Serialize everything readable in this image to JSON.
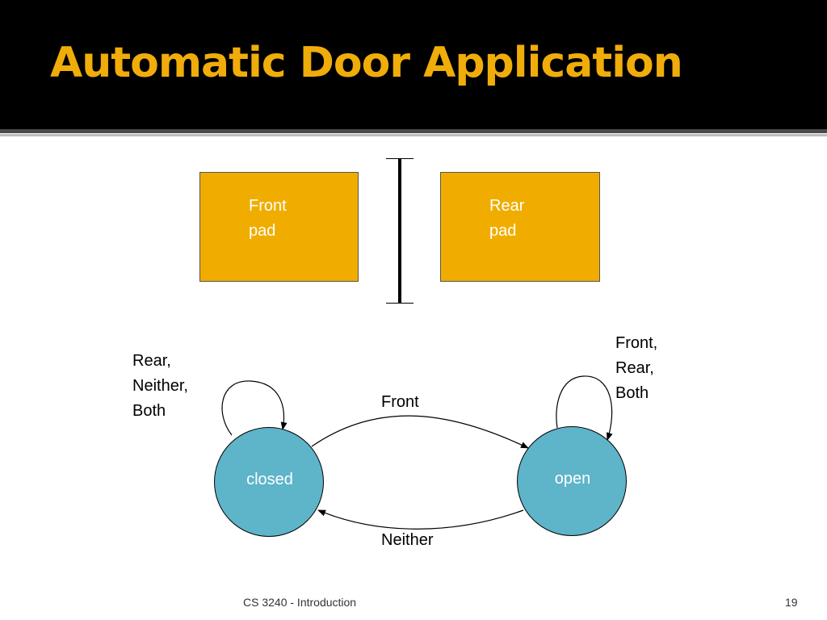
{
  "slide": {
    "title": "Automatic Door Application",
    "footer_text": "CS 3240 - Introduction",
    "page_number": "19"
  },
  "pads": {
    "front": "Front\npad",
    "rear": "Rear\npad"
  },
  "states": {
    "closed": "closed",
    "open": "open"
  },
  "transitions": {
    "closed_self_loop": "Rear,\nNeither,\nBoth",
    "open_self_loop": "Front,\nRear,\nBoth",
    "closed_to_open": "Front",
    "open_to_closed": "Neither"
  },
  "colors": {
    "title": "#f0ad0a",
    "pad_fill": "#f0ad00",
    "state_fill": "#5eb4c9"
  }
}
